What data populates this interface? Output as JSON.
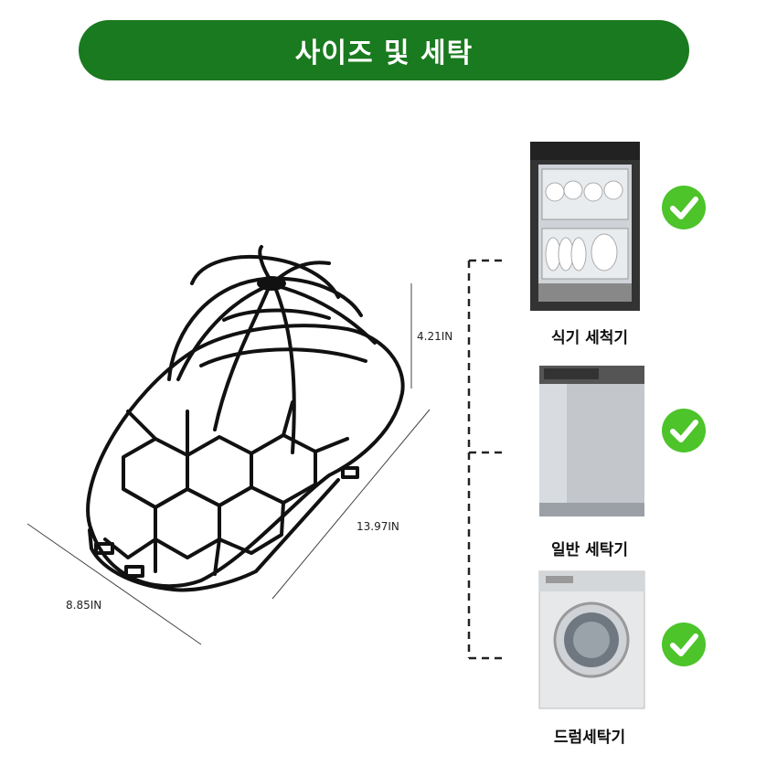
{
  "banner": {
    "title": "사이즈 및 세탁"
  },
  "dimensions": {
    "height": "4.21IN",
    "length": "13.97IN",
    "width": "8.85IN"
  },
  "appliances": [
    {
      "label": "식기 세척기",
      "icon": "dishwasher-icon"
    },
    {
      "label": "일반 세탁기",
      "icon": "top-load-washer-icon"
    },
    {
      "label": "드럼세탁기",
      "icon": "front-load-washer-icon"
    }
  ],
  "colors": {
    "banner": "#1a7a1f",
    "check": "#4cc42a",
    "cage": "#111111"
  }
}
